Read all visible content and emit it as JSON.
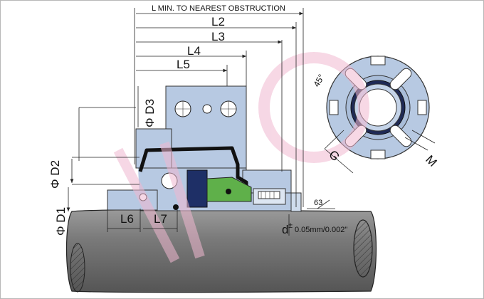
{
  "dimensions": {
    "l_min_obstruction": "L MIN. TO NEAREST OBSTRUCTION",
    "l2": "L2",
    "l3": "L3",
    "l4": "L4",
    "l5": "L5",
    "l6": "L6",
    "l7": "L7",
    "phi_d1": "Φ D1",
    "phi_d2": "Φ D2",
    "phi_d3": "Φ D3",
    "angle": "45°",
    "g": "G",
    "m": "M",
    "roughness": "63",
    "tolerance_d": "d",
    "tolerance_pm": "±",
    "tolerance_value": "0.05mm/0.002\""
  },
  "colors": {
    "gland": "#b7c9e2",
    "shaft": "#6e6e6e",
    "seal_face": "#1e2f66",
    "oring": "#111111",
    "green_part": "#5fb04a",
    "watermark": "#f0b8d0"
  },
  "icons": {
    "watermark": "pink-logo-watermark",
    "end_view": "gland-end-view"
  }
}
